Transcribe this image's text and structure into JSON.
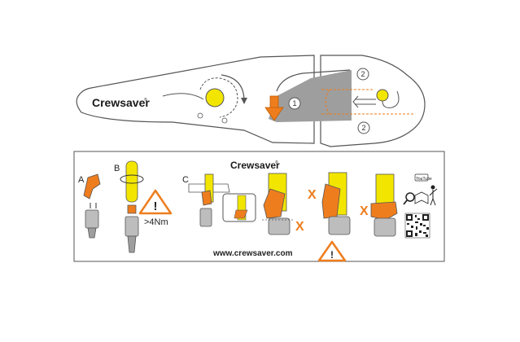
{
  "tool": {
    "brand": "Crewsaver",
    "trademark": "®",
    "step_numbers": [
      "1",
      "2",
      "2"
    ]
  },
  "card": {
    "brand": "Crewsaver",
    "trademark": "®",
    "panel_labels": [
      "A",
      "B",
      "C"
    ],
    "torque": ">4Nm",
    "wrong_marks": [
      "X",
      "X",
      "X"
    ],
    "website": "www.crewsaver.com",
    "youtube": "YouTube"
  },
  "colors": {
    "orange": "#ee7d1e",
    "yellow": "#f2e600",
    "grey": "#9e9e9e",
    "outline": "#555555"
  }
}
